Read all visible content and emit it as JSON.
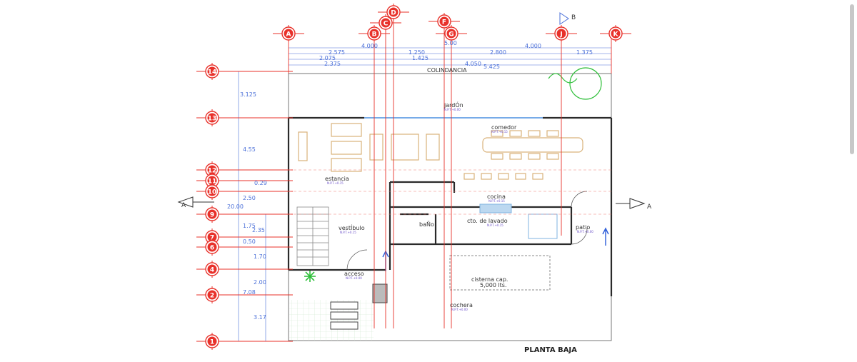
{
  "title": "PLANTA BAJA",
  "colindancia": "COLINDANCIA",
  "north_marker": "B",
  "section_marker": "A",
  "axes_top": [
    "A",
    "B",
    "C",
    "D",
    "F",
    "G",
    "J",
    "K"
  ],
  "axes_left": [
    "14",
    "13",
    "12",
    "11",
    "10",
    "9",
    "7",
    "6",
    "4",
    "2",
    "1"
  ],
  "top_dims": [
    "4.000",
    "5.00",
    "4.000",
    "2.575",
    "1.250",
    "2.800",
    "1.375",
    "2.075",
    "1.425",
    "2.375",
    "4.050",
    "5.425"
  ],
  "left_dims": [
    "3.125",
    "4.55",
    "0.29",
    "2.50",
    "20.00",
    "1.75",
    "2.35",
    "0.50",
    "1.70",
    "2.00",
    "7.08",
    "3.17"
  ],
  "rooms": [
    {
      "name": "jardÓn",
      "level": "N.P.T.+0.00"
    },
    {
      "name": "comedor",
      "level": "N.P.T.+0.15"
    },
    {
      "name": "estancia",
      "level": "N.P.T.+0.15"
    },
    {
      "name": "cocina",
      "level": "N.P.T.+0.15"
    },
    {
      "name": "vestÍbulo",
      "level": "N.P.T.+0.15"
    },
    {
      "name": "baÑo",
      "level": ""
    },
    {
      "name": "cto. de lavado",
      "level": "N.P.T.+0.15"
    },
    {
      "name": "patio",
      "level": "N.P.T.+0.00"
    },
    {
      "name": "acceso",
      "level": "N.P.T.+0.00"
    },
    {
      "name": "cisterna cap.",
      "level": "5,000 lts."
    },
    {
      "name": "cochera",
      "level": "N.P.T.+0.00"
    }
  ],
  "colors": {
    "axis": "#e8312a",
    "dim": "#4a6fd8",
    "wall": "#2a2a2a",
    "gold": "#d9b27a",
    "green": "#2fbf3a"
  }
}
